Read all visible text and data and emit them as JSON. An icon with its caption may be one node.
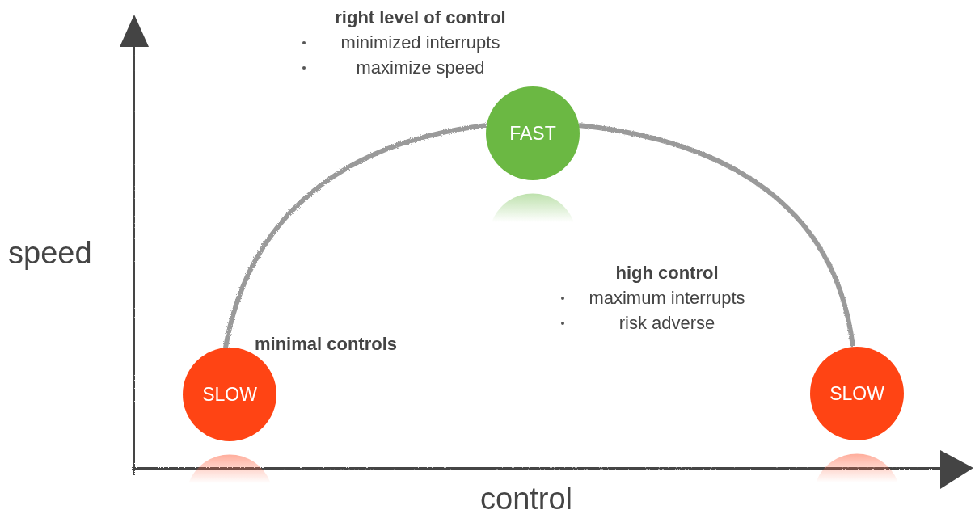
{
  "diagram": {
    "nodes": [
      {
        "text": [
          "SLOW"
        ],
        "beside": [
          "minimal controls"
        ]
      },
      {
        "text": [
          "FAST"
        ],
        "beside": [
          "right level of control",
          "minimized interrupts",
          "maximize speed"
        ]
      },
      {
        "text": [
          "SLOW"
        ],
        "beside": [
          "high control",
          "maximum interrupts",
          "risk adverse"
        ]
      }
    ],
    "edges": [
      {
        "from": 0,
        "to": 1,
        "arrow": "none"
      },
      {
        "from": 1,
        "to": 2,
        "arrow": "none"
      }
    ],
    "labels": [
      "speed",
      "control"
    ]
  }
}
